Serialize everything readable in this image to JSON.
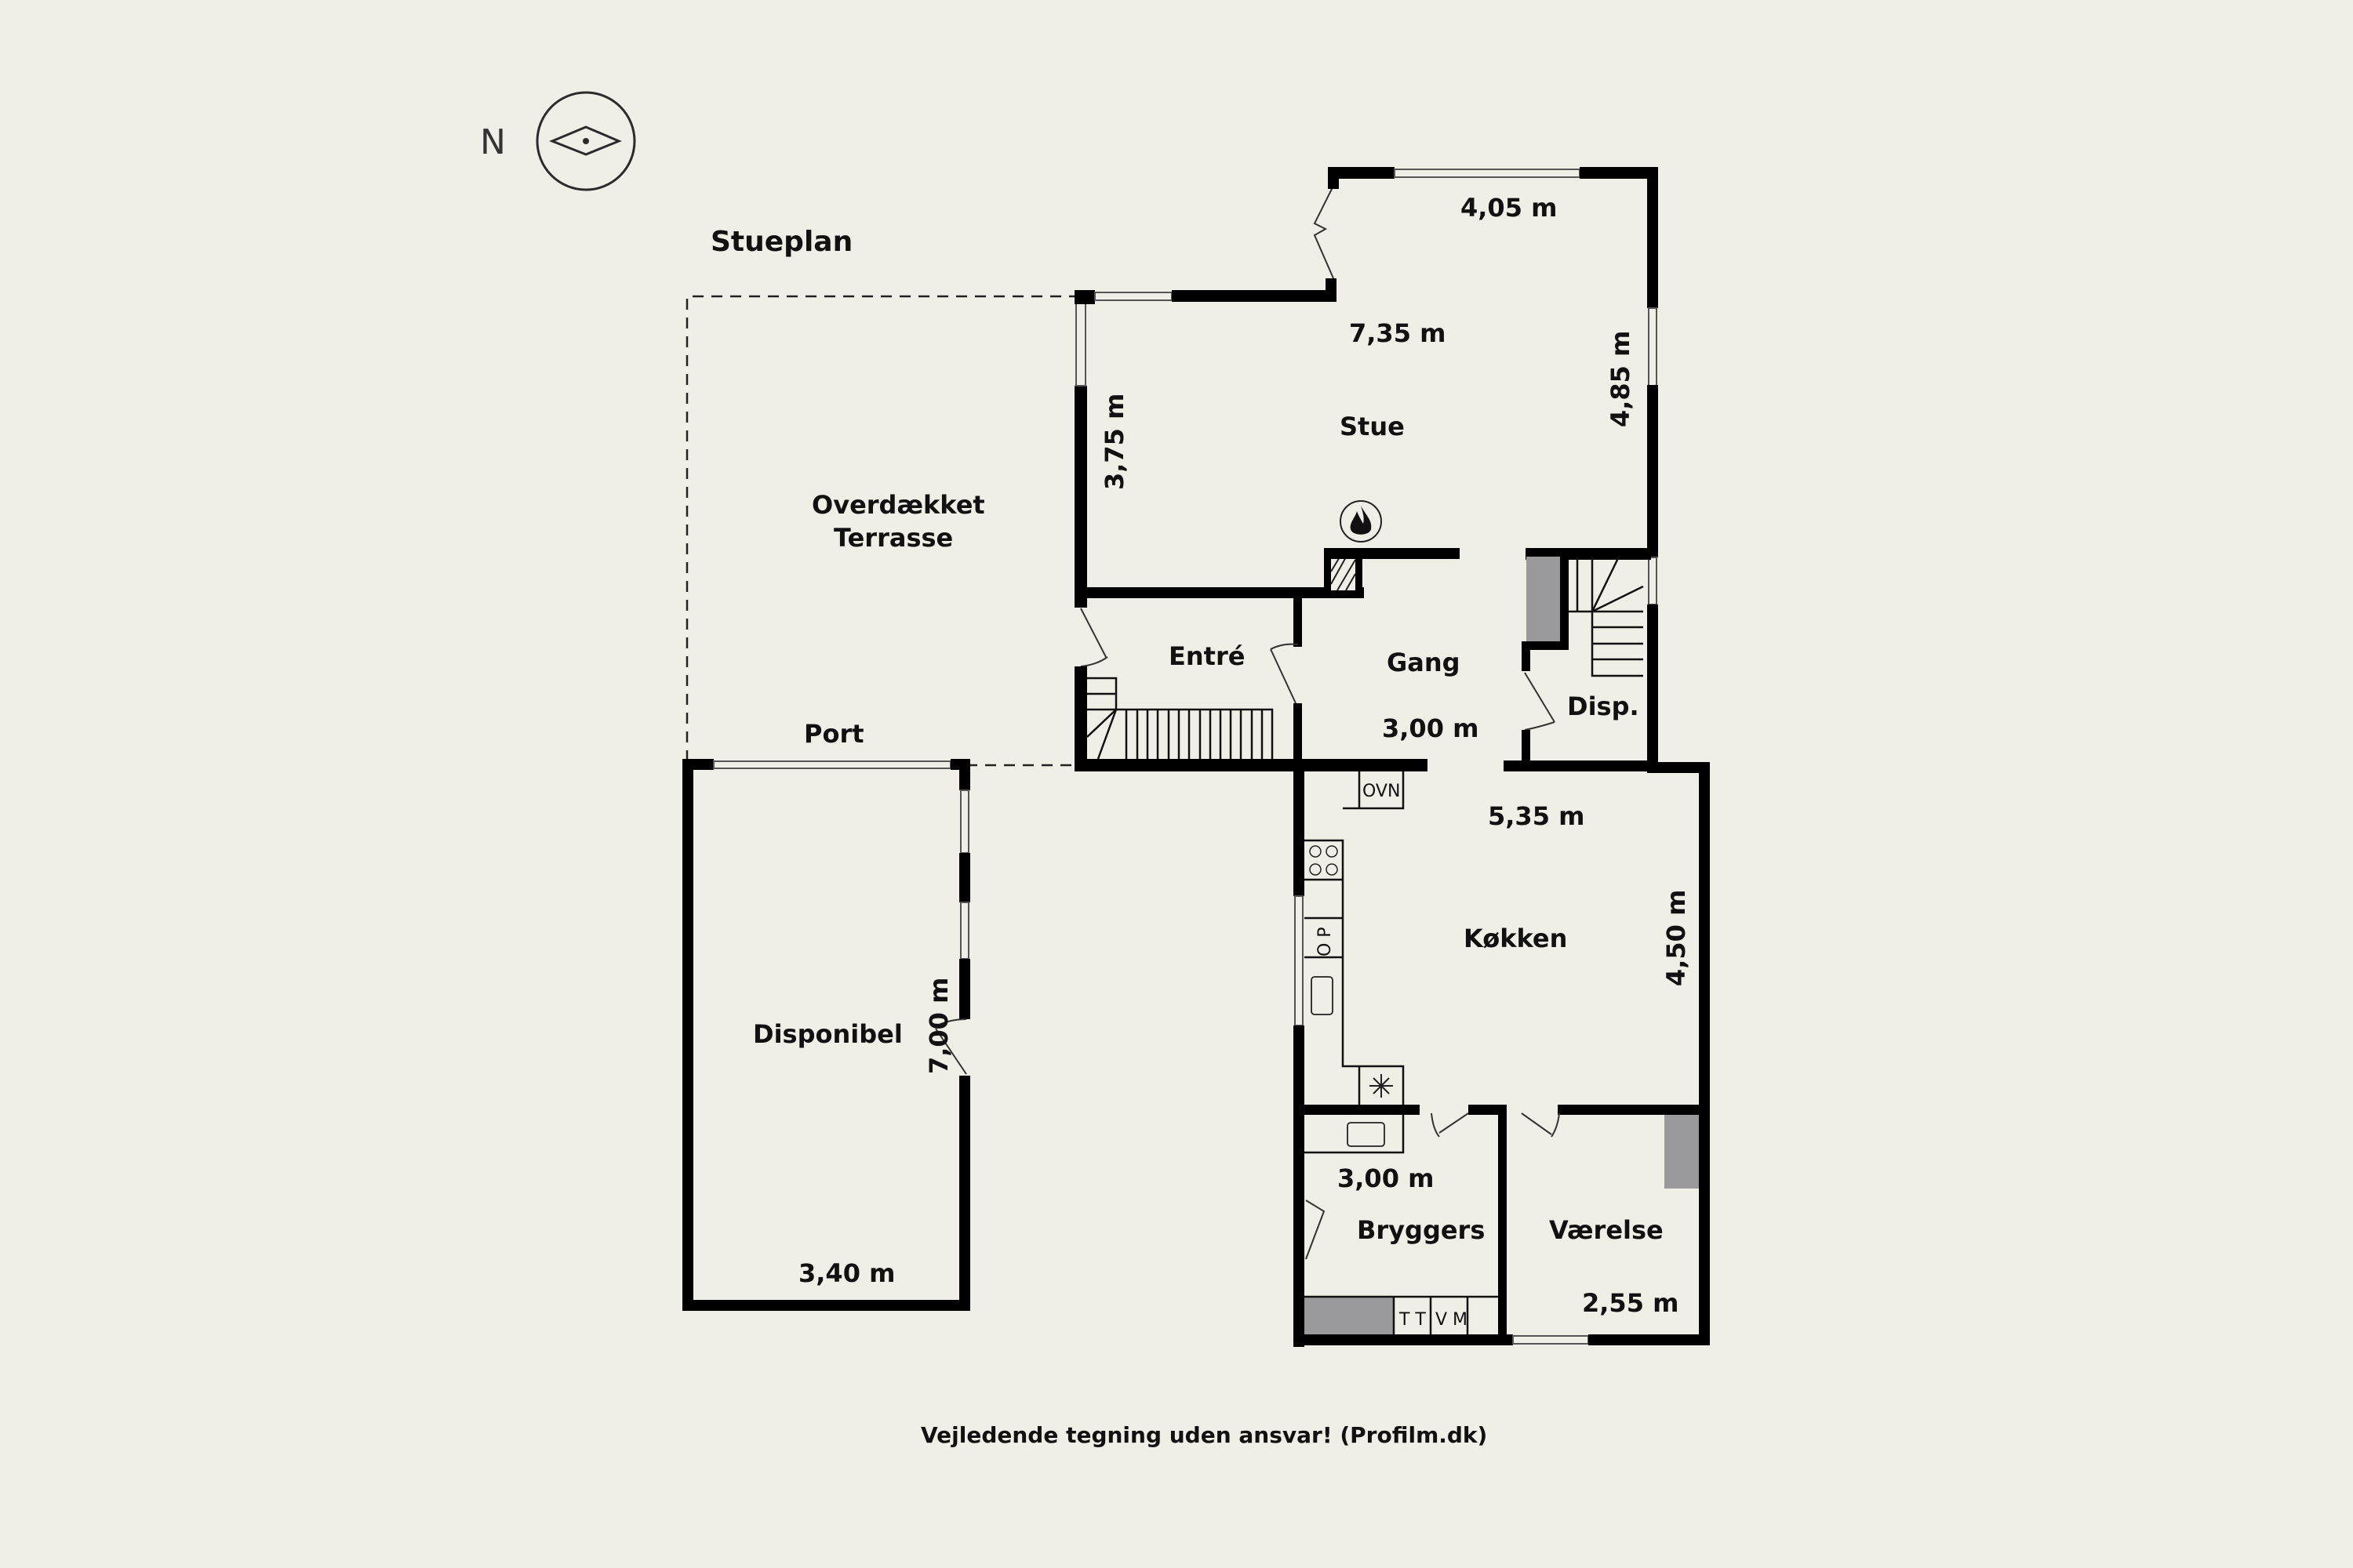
{
  "plan": {
    "title": "Stueplan",
    "compass": {
      "label": "N",
      "icon": "north-arrow-compass-icon"
    },
    "footer": "Vejledende tegning uden ansvar! (Profilm.dk)",
    "colors": {
      "background": "#f0efe7",
      "walls": "#000000",
      "fixtures_gray": "#9a999b"
    }
  },
  "rooms": {
    "stue": {
      "name": "Stue",
      "dim_width": "7,35 m",
      "dim_top": "4,05 m",
      "dim_right": "4,85 m",
      "dim_left": "3,75 m"
    },
    "terrasse": {
      "name_line1": "Overdækket",
      "name_line2": "Terrasse",
      "port": "Port"
    },
    "entre": {
      "name": "Entré"
    },
    "gang": {
      "name": "Gang",
      "dim": "3,00 m"
    },
    "disp": {
      "name": "Disp."
    },
    "kokken": {
      "name": "Køkken",
      "dim_width": "5,35 m",
      "dim_height": "4,50 m",
      "fixtures": {
        "oven": "OVN",
        "op": "O P"
      }
    },
    "bryggers": {
      "name": "Bryggers",
      "dim": "3,00 m",
      "fixtures": {
        "tt": "T T",
        "vm": "V M"
      }
    },
    "vaerelse": {
      "name": "Værelse",
      "dim": "2,55 m"
    },
    "disponibel": {
      "name": "Disponibel",
      "dim_height": "7,00 m",
      "dim_width": "3,40 m"
    }
  }
}
